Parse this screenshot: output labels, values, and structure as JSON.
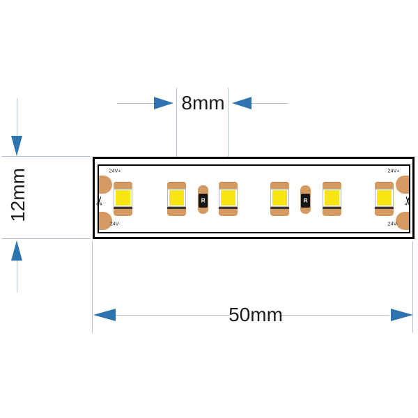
{
  "dimensions": {
    "led_pitch": "8mm",
    "strip_width": "12mm",
    "cut_length": "50mm"
  },
  "strip": {
    "pad_labels": {
      "top_left": "24V+",
      "bottom_left": "24V-",
      "top_right": "24V+",
      "bottom_right": "24V-"
    },
    "resistor_label": "R",
    "led_count": 6,
    "resistor_count": 2,
    "cut_mark_glyph": "✂"
  },
  "colors": {
    "arrow_blue": "#2E74B0",
    "extension_line": "#B3C3D3",
    "solder_pad_tan": "#D49A62",
    "led_yellow": "#F9E511",
    "resistor_body": "#151515",
    "outline_black": "#000000"
  }
}
